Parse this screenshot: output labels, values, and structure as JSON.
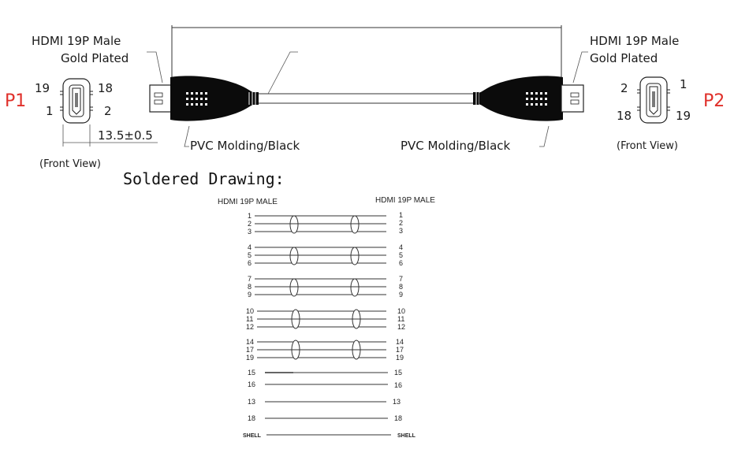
{
  "drawing": {
    "left_end": {
      "connector_label_line1": "HDMI 19P Male",
      "connector_label_line2": "Gold Plated",
      "port_id": "P1",
      "pin_top_left": "19",
      "pin_top_right": "18",
      "pin_bottom_left": "1",
      "pin_bottom_right": "2",
      "dimension": "13.5±0.5",
      "view_caption": "(Front View)",
      "molding_label": "PVC Molding/Black"
    },
    "right_end": {
      "connector_label_line1": "HDMI 19P Male",
      "connector_label_line2": "Gold Plated",
      "port_id": "P2",
      "pin_top_left": "2",
      "pin_top_right": "1",
      "pin_bottom_left": "18",
      "pin_bottom_right": "19",
      "view_caption": "(Front View)",
      "molding_label": "PVC Molding/Black"
    },
    "soldered": {
      "title": "Soldered Drawing:",
      "left_header": "HDMI 19P MALE",
      "right_header": "HDMI 19P MALE",
      "twisted_groups": [
        [
          "1",
          "2",
          "3"
        ],
        [
          "4",
          "5",
          "6"
        ],
        [
          "7",
          "8",
          "9"
        ],
        [
          "10",
          "11",
          "12"
        ],
        [
          "14",
          "17",
          "19"
        ]
      ],
      "single_wires": [
        "15",
        "16",
        "13",
        "18"
      ],
      "shell_label": "SHELL"
    }
  }
}
